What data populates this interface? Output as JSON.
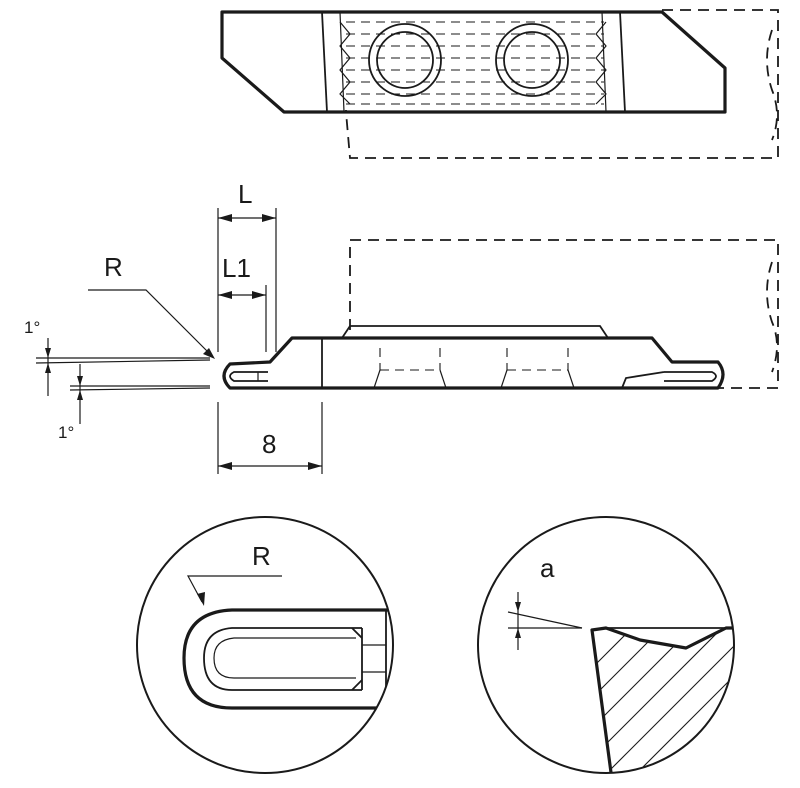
{
  "labels": {
    "dim_L": "L",
    "dim_L1": "L1",
    "dim_R": "R",
    "angle_top": "1°",
    "angle_bottom": "1°",
    "dim_8": "8",
    "detail_R": "R",
    "detail_a": "a"
  }
}
